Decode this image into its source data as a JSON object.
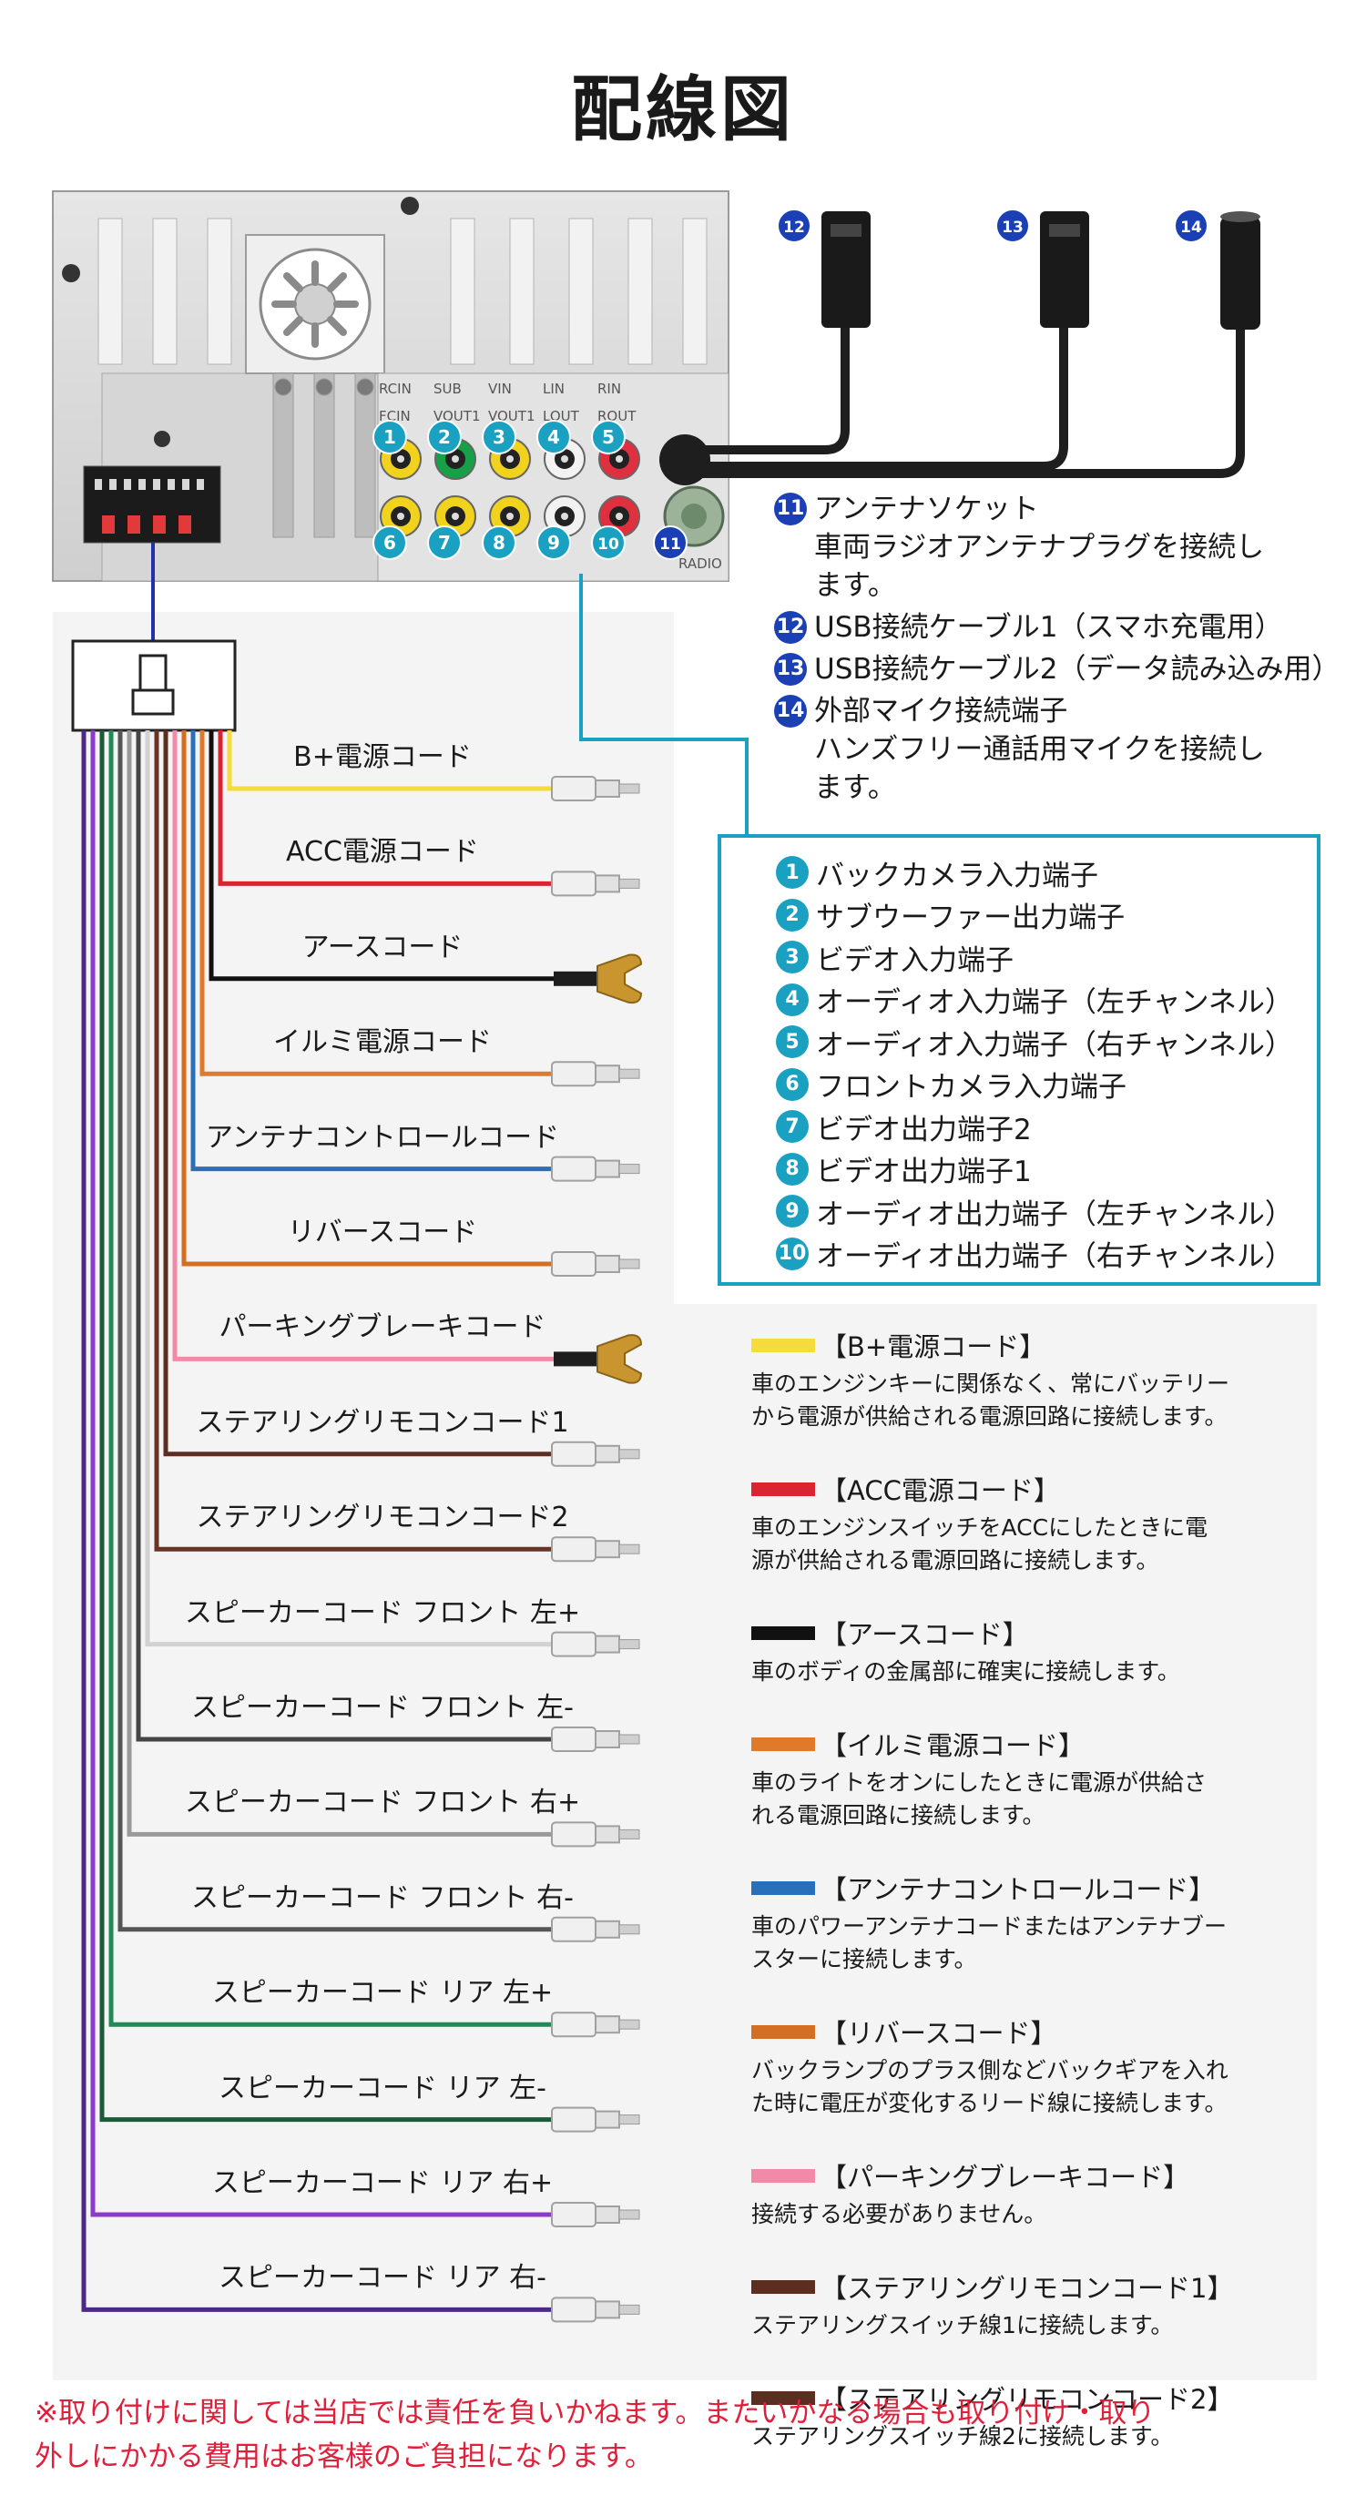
{
  "title": "配線図",
  "unit_labels": {
    "rca_top": [
      "RCIN",
      "SUB",
      "VIN",
      "LIN",
      "RIN"
    ],
    "rca_bottom": [
      "FCIN",
      "VOUT1",
      "VOUT1",
      "LOUT",
      "ROUT"
    ],
    "radio": "RADIO"
  },
  "port_numbers": [
    "1",
    "2",
    "3",
    "4",
    "5",
    "6",
    "7",
    "8",
    "9",
    "10",
    "11",
    "12",
    "13",
    "14"
  ],
  "info_items": [
    {
      "num": "11",
      "lines": [
        "アンテナソケット",
        "車両ラジオアンテナプラグを接続し",
        "ます。"
      ]
    },
    {
      "num": "12",
      "lines": [
        "USB接続ケーブル1（スマホ充電用）"
      ]
    },
    {
      "num": "13",
      "lines": [
        "USB接続ケーブル2（データ読み込み用）"
      ]
    },
    {
      "num": "14",
      "lines": [
        "外部マイク接続端子",
        "ハンズフリー通話用マイクを接続し",
        "ます。"
      ]
    }
  ],
  "port_list": [
    {
      "num": "1",
      "label": "バックカメラ入力端子"
    },
    {
      "num": "2",
      "label": "サブウーファー出力端子"
    },
    {
      "num": "3",
      "label": "ビデオ入力端子"
    },
    {
      "num": "4",
      "label": "オーディオ入力端子（左チャンネル）"
    },
    {
      "num": "5",
      "label": "オーディオ入力端子（右チャンネル）"
    },
    {
      "num": "6",
      "label": "フロントカメラ入力端子"
    },
    {
      "num": "7",
      "label": "ビデオ出力端子2"
    },
    {
      "num": "8",
      "label": "ビデオ出力端子1"
    },
    {
      "num": "9",
      "label": "オーディオ出力端子（左チャンネル）"
    },
    {
      "num": "10",
      "label": "オーディオ出力端子（右チャンネル）"
    }
  ],
  "wires": [
    {
      "label": "B+電源コード",
      "color": "#f4dc3c",
      "end": "pin"
    },
    {
      "label": "ACC電源コード",
      "color": "#d92530",
      "end": "pin"
    },
    {
      "label": "アースコード",
      "color": "#111111",
      "end": "fork"
    },
    {
      "label": "イルミ電源コード",
      "color": "#e07a2a",
      "end": "pin"
    },
    {
      "label": "アンテナコントロールコード",
      "color": "#2a6fba",
      "end": "pin"
    },
    {
      "label": "リバースコード",
      "color": "#d46e22",
      "end": "pin"
    },
    {
      "label": "パーキングブレーキコード",
      "color": "#f08aa8",
      "end": "fork"
    },
    {
      "label": "ステアリングリモコンコード1",
      "color": "#5c2e22",
      "end": "pin"
    },
    {
      "label": "ステアリングリモコンコード2",
      "color": "#6a3424",
      "end": "pin"
    },
    {
      "label": "スピーカーコード フロント 左+",
      "color": "#d2d2d2",
      "end": "pin"
    },
    {
      "label": "スピーカーコード フロント 左-",
      "color": "#444444",
      "end": "pin"
    },
    {
      "label": "スピーカーコード フロント 右+",
      "color": "#9a9a9a",
      "end": "pin"
    },
    {
      "label": "スピーカーコード フロント 右-",
      "color": "#555555",
      "end": "pin"
    },
    {
      "label": "スピーカーコード リア 左+",
      "color": "#1f8a55",
      "end": "pin"
    },
    {
      "label": "スピーカーコード リア 左-",
      "color": "#1d5a3a",
      "end": "pin"
    },
    {
      "label": "スピーカーコード リア 右+",
      "color": "#8a3cc8",
      "end": "pin"
    },
    {
      "label": "スピーカーコード リア 右-",
      "color": "#4a2a86",
      "end": "pin"
    }
  ],
  "legend": [
    {
      "title": "【B+電源コード】",
      "color": "#f4dc3c",
      "desc": [
        "車のエンジンキーに関係なく、常にバッテリー",
        "から電源が供給される電源回路に接続します。"
      ]
    },
    {
      "title": "【ACC電源コード】",
      "color": "#d92530",
      "desc": [
        "車のエンジンスイッチをACCにしたときに電",
        "源が供給される電源回路に接続します。"
      ]
    },
    {
      "title": "【アースコード】",
      "color": "#111111",
      "desc": [
        "車のボディの金属部に確実に接続します。"
      ]
    },
    {
      "title": "【イルミ電源コード】",
      "color": "#e07a2a",
      "desc": [
        "車のライトをオンにしたときに電源が供給さ",
        "れる電源回路に接続します。"
      ]
    },
    {
      "title": "【アンテナコントロールコード】",
      "color": "#2a6fba",
      "desc": [
        "車のパワーアンテナコードまたはアンテナブー",
        "スターに接続します。"
      ]
    },
    {
      "title": "【リバースコード】",
      "color": "#d46e22",
      "desc": [
        "バックランプのプラス側などバックギアを入れ",
        "た時に電圧が変化するリード線に接続します。"
      ]
    },
    {
      "title": "【パーキングブレーキコード】",
      "color": "#f08aa8",
      "desc": [
        "接続する必要がありません。"
      ]
    },
    {
      "title": "【ステアリングリモコンコード1】",
      "color": "#5c2e22",
      "desc": [
        "ステアリングスイッチ線1に接続します。"
      ]
    },
    {
      "title": "【ステアリングリモコンコード2】",
      "color": "#5c2e22",
      "desc": [
        "ステアリングスイッチ線2に接続します。"
      ]
    }
  ],
  "notice": [
    "※取り付けに関しては当店では責任を負いかねます。またいかなる場合も取り付け・取り",
    "外しにかかる費用はお客様のご負担になります。"
  ]
}
